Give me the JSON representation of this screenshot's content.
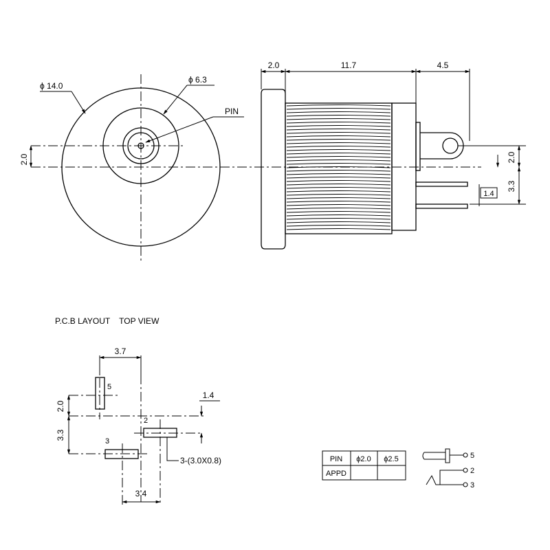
{
  "front_view": {
    "outer_dia": "ϕ 14.0",
    "inner_dia": "ϕ 6.3",
    "pin_label": "PIN",
    "offset": "2.0"
  },
  "side_view": {
    "flange_w": "2.0",
    "body_len": "11.7",
    "tab_len": "4.5",
    "right_offset": "2.0",
    "pin_spacing": "3.3",
    "pin_len": "1.4"
  },
  "pcb": {
    "title": "P.C.B LAYOUT    TOP VIEW",
    "dim_top": "3.7",
    "dim_right": "1.4",
    "dim_left_upper": "2.0",
    "dim_left_lower": "3.3",
    "dim_bottom": "3.4",
    "pad_note": "3-(3.0X0.8)",
    "pad5": "5",
    "pad2": "2",
    "pad3": "3"
  },
  "table": {
    "headers": [
      "PIN",
      "ϕ2.0",
      "ϕ2.5"
    ],
    "row_label": "APPD"
  },
  "schematic": {
    "pins": [
      "5",
      "2",
      "3"
    ]
  }
}
